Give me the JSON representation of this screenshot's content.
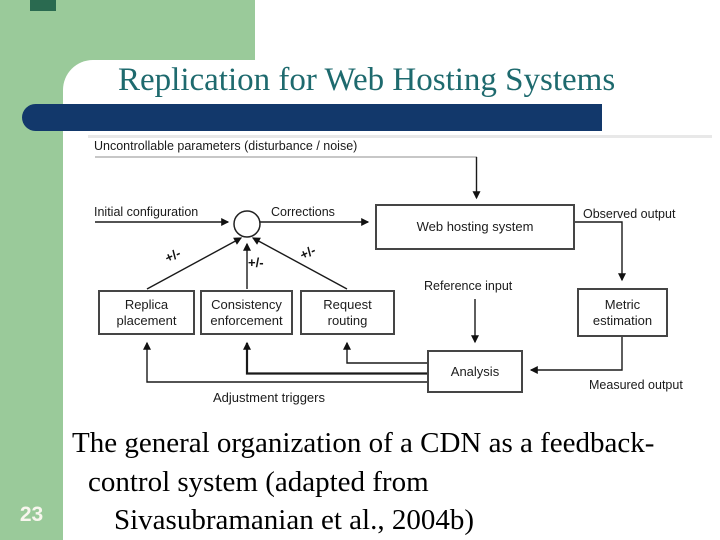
{
  "slide": {
    "title": "Replication for Web Hosting Systems",
    "page_number": "23",
    "caption_lines": [
      "The general organization of a CDN as a feedback-",
      "control system (adapted from",
      "Sivasubramanian et al., 2004b)"
    ]
  },
  "colors": {
    "background_green": "#9ACA9A",
    "accent_square_green": "#2A6A50",
    "bar_navy": "#12386B",
    "title_teal": "#1E6A6E",
    "diagram_ink": "#1a1a1a"
  },
  "diagram": {
    "labels": {
      "uncontrollable": "Uncontrollable parameters (disturbance / noise)",
      "initial_configuration": "Initial configuration",
      "corrections": "Corrections",
      "observed_output": "Observed output",
      "reference_input": "Reference input",
      "measured_output": "Measured output",
      "adjustment_triggers": "Adjustment triggers",
      "plus_minus": "+/-"
    },
    "boxes": {
      "web_hosting": "Web hosting system",
      "analysis": "Analysis",
      "replica": [
        "Replica",
        "placement"
      ],
      "consistency": [
        "Consistency",
        "enforcement"
      ],
      "request": [
        "Request",
        "routing"
      ],
      "metric": [
        "Metric",
        "estimation"
      ]
    }
  }
}
